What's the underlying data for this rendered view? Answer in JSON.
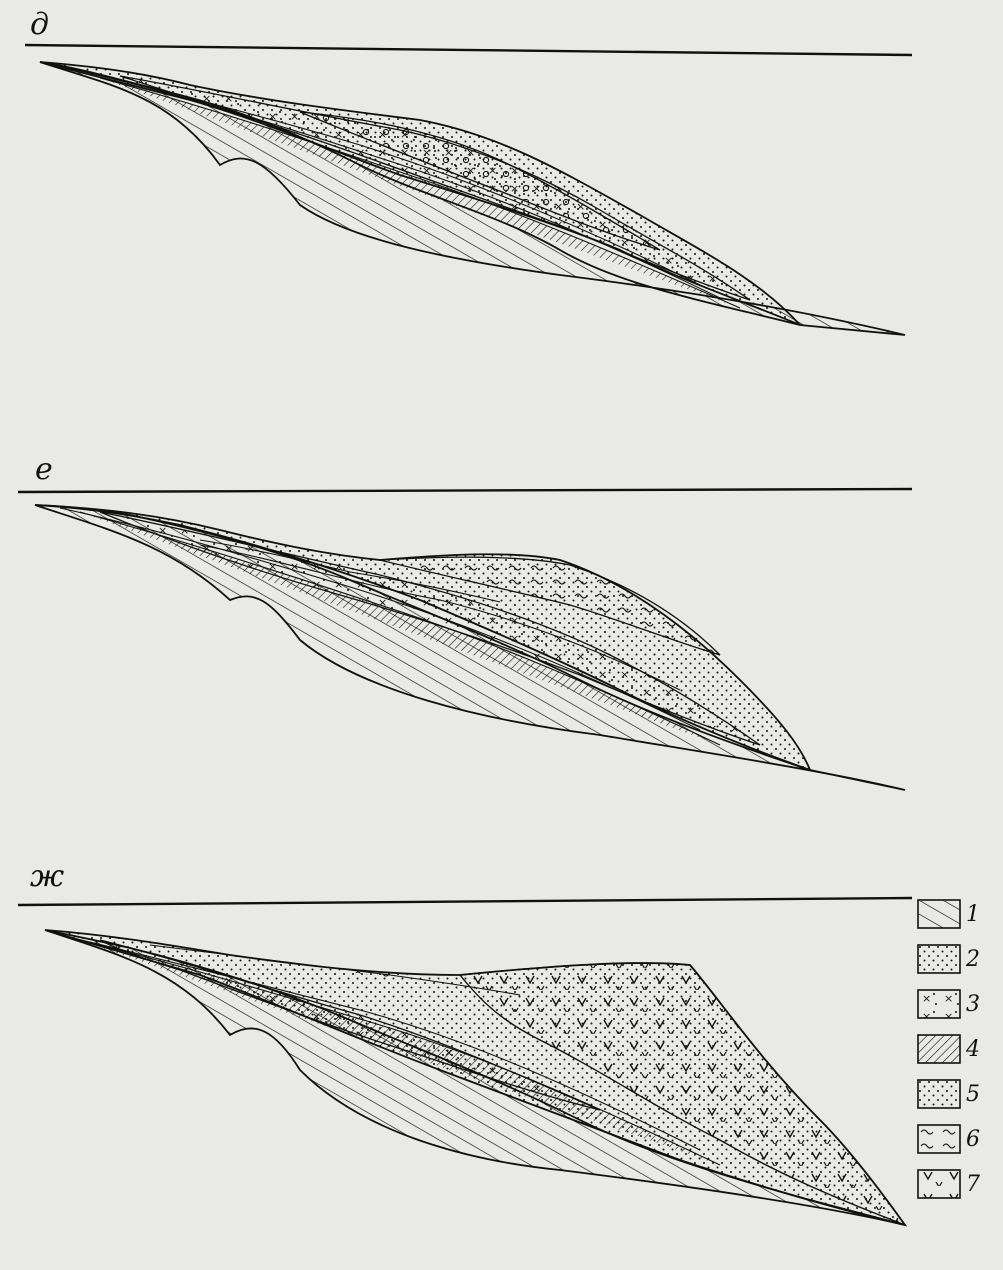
{
  "sections": [
    {
      "id": "d",
      "label": "д"
    },
    {
      "id": "e",
      "label": "е"
    },
    {
      "id": "zh",
      "label": "ж"
    }
  ],
  "legend": [
    {
      "num": "1",
      "pattern": "hatch-diagonal-sparse"
    },
    {
      "num": "2",
      "pattern": "fine-dots"
    },
    {
      "num": "3",
      "pattern": "dots-crosses"
    },
    {
      "num": "4",
      "pattern": "hatch-diagonal-dense"
    },
    {
      "num": "5",
      "pattern": "coarse-dots"
    },
    {
      "num": "6",
      "pattern": "dashes-tildes"
    },
    {
      "num": "7",
      "pattern": "v-marks"
    }
  ],
  "colors": {
    "ink": "#111111",
    "paper": "#e9e9e7",
    "bleed": "#7c7c7c"
  }
}
